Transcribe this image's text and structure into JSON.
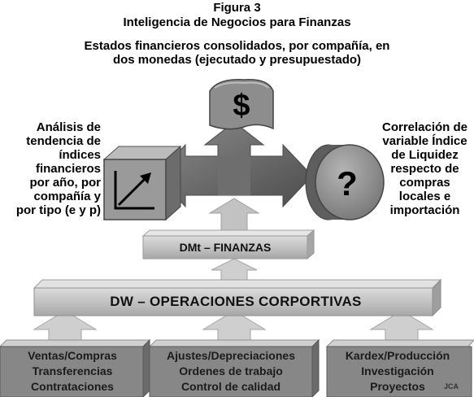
{
  "figure": {
    "label": "Figura 3",
    "title": "Inteligencia de Negocios para Finanzas"
  },
  "captions": {
    "top": "Estados financieros consolidados, por compañía, en\ndos monedas (ejecutado y presupuestado)",
    "left": "Análisis de\ntendencia de\níndices\nfinancieros\npor año, por\ncompañía y\npor tipo (e y p)",
    "right": "Correlación de\nvariable Índice\nde Liquidez\nrespecto de\ncompras\nlocales e\nimportación"
  },
  "icons": {
    "top_shape": "dollar-sign-icon",
    "top_symbol": "$",
    "left_shape": "trend-chart-cube-icon",
    "right_shape": "question-cylinder-icon",
    "right_symbol": "?"
  },
  "layers": {
    "datamart": "DMt – FINANZAS",
    "warehouse": "DW – OPERACIONES CORPORTIVAS"
  },
  "sources": [
    {
      "text": "Ventas/Compras\nTransferencias\nContrataciones"
    },
    {
      "text": "Ajustes/Depreciaciones\nOrdenes de trabajo\nControl de calidad"
    },
    {
      "text": "Kardex/Producción\nInvestigación\nProyectos"
    }
  ],
  "watermark": "JCA",
  "colors": {
    "dark_gray": "#666666",
    "mid_gray": "#9a9a9a",
    "light_gray": "#c9c9c9"
  }
}
